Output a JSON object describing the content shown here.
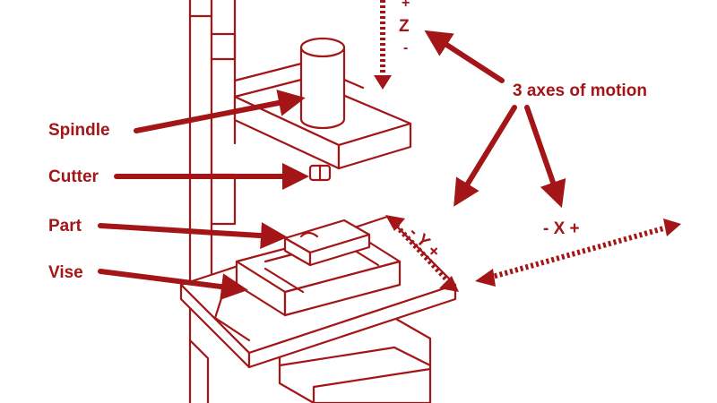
{
  "colors": {
    "accent": "#a31517",
    "background": "#ffffff"
  },
  "labels": {
    "spindle": "Spindle",
    "cutter": "Cutter",
    "part": "Part",
    "vise": "Vise",
    "axes": "3 axes of motion"
  },
  "axes": {
    "z_plus": "+",
    "z_name": "Z",
    "z_minus": "-",
    "y_label": "- Y +",
    "x_label": "- X +"
  }
}
